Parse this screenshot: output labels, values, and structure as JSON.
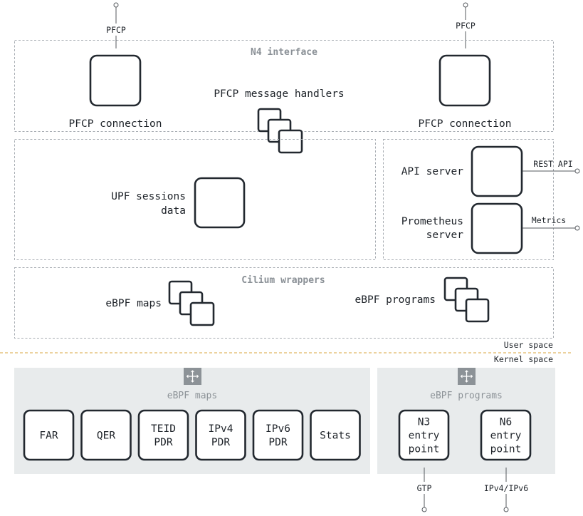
{
  "interfaces": {
    "pfcp_left": "PFCP",
    "pfcp_right": "PFCP",
    "rest_api": "REST API",
    "metrics": "Metrics",
    "gtp": "GTP",
    "ipv4_ipv6": "IPv4/IPv6"
  },
  "n4": {
    "title": "N4 interface",
    "left_connection": "PFCP connection",
    "right_connection": "PFCP connection",
    "handlers": "PFCP message handlers"
  },
  "sessions": {
    "line1": "UPF sessions",
    "line2": "data"
  },
  "servers": {
    "api": "API server",
    "prometheus_line1": "Prometheus",
    "prometheus_line2": "server"
  },
  "cilium": {
    "title": "Cilium wrappers",
    "maps": "eBPF maps",
    "programs": "eBPF programs"
  },
  "divider": {
    "user_space": "User space",
    "kernel_space": "Kernel space"
  },
  "kernel": {
    "maps_title": "eBPF maps",
    "programs_title": "eBPF programs",
    "maps": [
      {
        "lines": [
          "FAR"
        ]
      },
      {
        "lines": [
          "QER"
        ]
      },
      {
        "lines": [
          "TEID",
          "PDR"
        ]
      },
      {
        "lines": [
          "IPv4",
          "PDR"
        ]
      },
      {
        "lines": [
          "IPv6",
          "PDR"
        ]
      },
      {
        "lines": [
          "Stats"
        ]
      }
    ],
    "programs": [
      {
        "lines": [
          "N3",
          "entry",
          "point"
        ]
      },
      {
        "lines": [
          "N6",
          "entry",
          "point"
        ]
      }
    ]
  },
  "colors": {
    "divider": "#d8a43c",
    "panel": "#e8ebec",
    "box_stroke": "#22282f"
  }
}
